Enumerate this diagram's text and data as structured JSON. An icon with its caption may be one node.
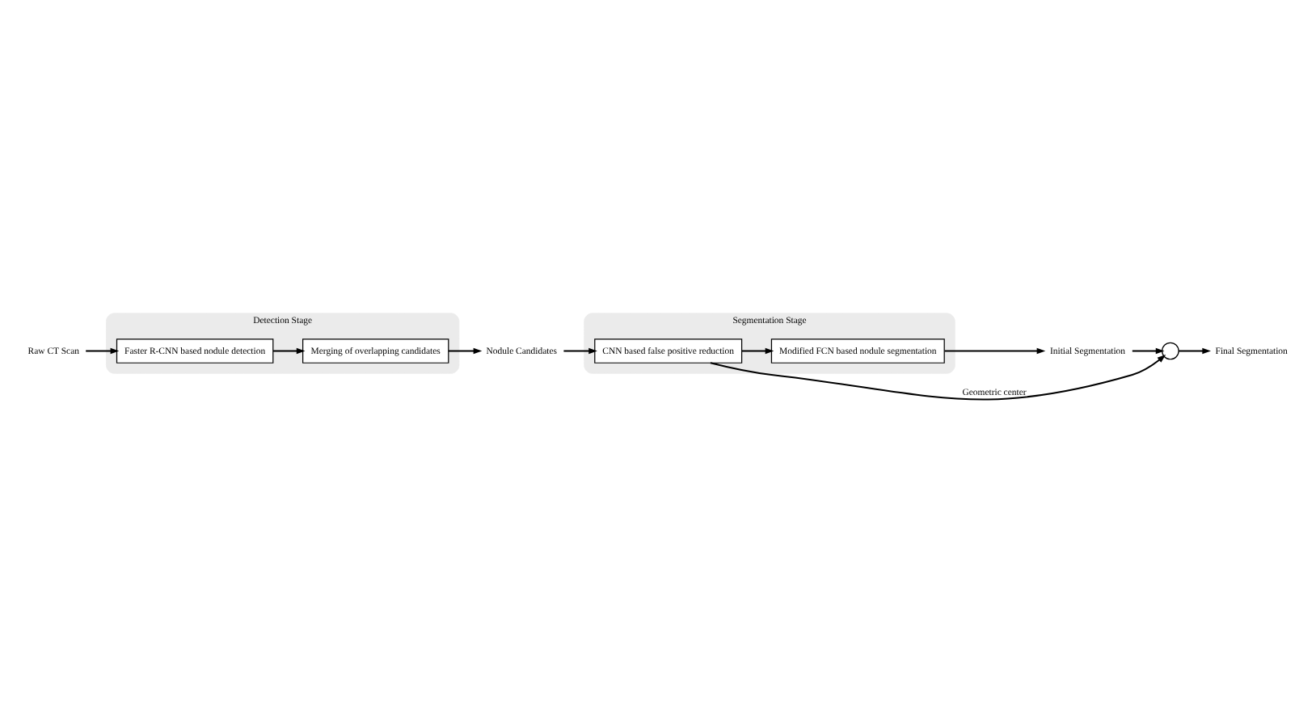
{
  "diagram": {
    "nodes": [
      {
        "text": [
          "Detection Stage"
        ]
      },
      {
        "text": [
          "Faster R-CNN based nodule detection"
        ],
        "in": 0
      },
      {
        "text": [
          "Merging of overlapping candidates"
        ],
        "in": 0
      },
      {
        "text": [
          "Raw CT Scan"
        ]
      },
      {
        "text": [
          "Nodule Candidates"
        ]
      },
      {
        "text": [
          "Segmentation Stage"
        ]
      },
      {
        "text": [
          "Modified FCN based nodule segmentation"
        ],
        "in": 5
      },
      {
        "text": [
          "CNN based false positive reduction"
        ],
        "in": 5
      },
      {
        "text": [
          "Initial Segmentation"
        ]
      },
      {
        "text": [],
        "shape": "circle"
      },
      {
        "text": [
          "Final Segmentation"
        ]
      }
    ],
    "edges": [
      {
        "from": 3,
        "to": 1,
        "arrow": "to"
      },
      {
        "from": 1,
        "to": 2,
        "arrow": "to"
      },
      {
        "from": 2,
        "to": 4,
        "arrow": "to"
      },
      {
        "from": 4,
        "to": 7,
        "arrow": "to"
      },
      {
        "from": 7,
        "to": 6,
        "arrow": "to"
      },
      {
        "from": 6,
        "to": 8,
        "arrow": "to"
      },
      {
        "from": 8,
        "to": 9,
        "arrow": "to"
      },
      {
        "from": 7,
        "to": 9,
        "arrow": "to",
        "label": "Geometric center"
      },
      {
        "from": 9,
        "to": 10,
        "arrow": "to"
      }
    ]
  }
}
